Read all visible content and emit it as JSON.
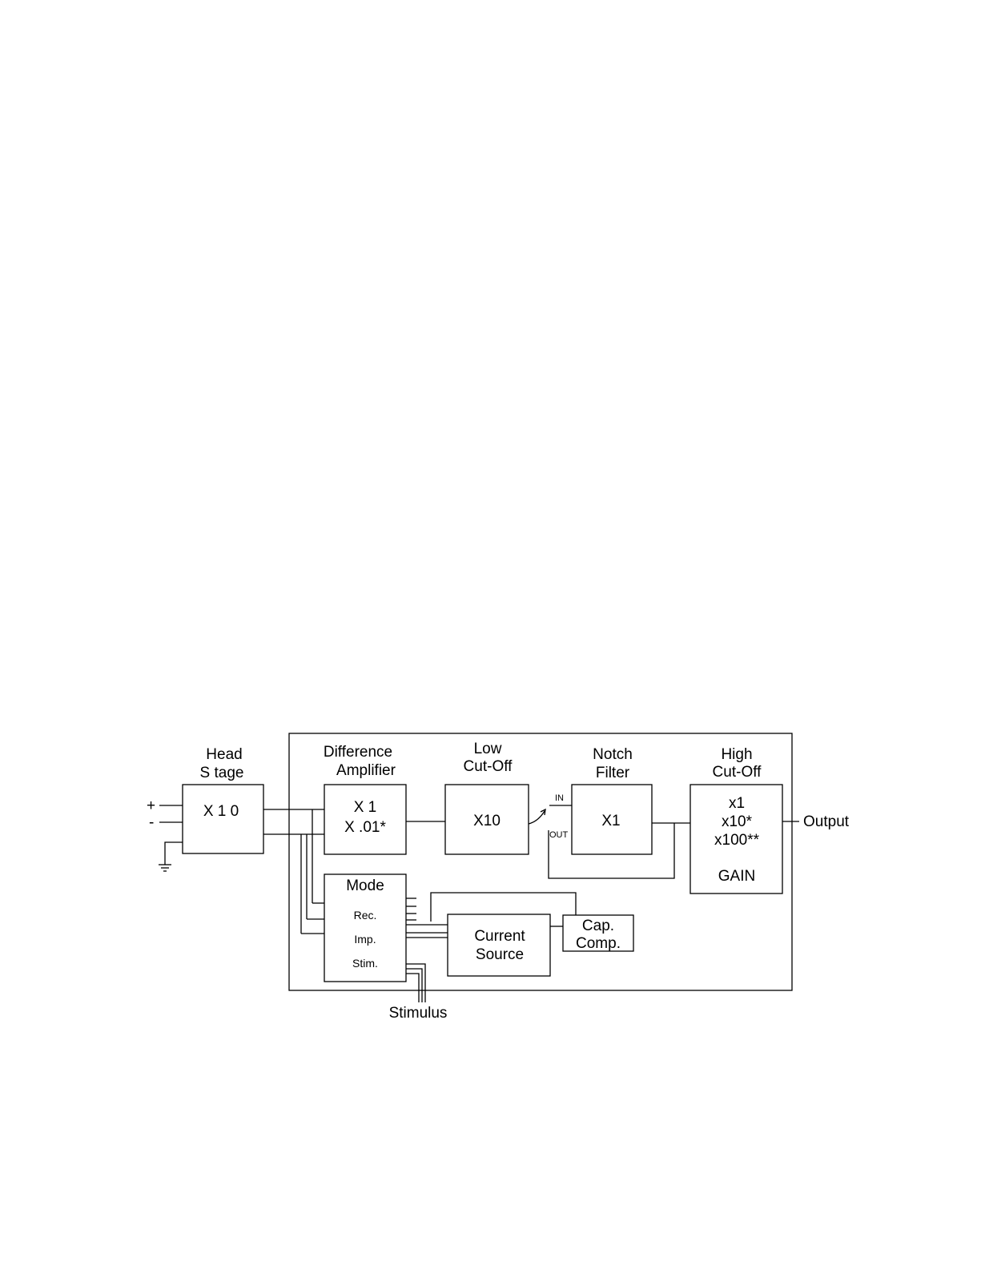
{
  "blocks": {
    "head_stage": {
      "title": [
        "Head",
        "S tage"
      ],
      "gain": [
        "X 1 0"
      ]
    },
    "difference_amplifier": {
      "title": [
        "Difference",
        "Amplifier"
      ],
      "gain": [
        "X 1",
        "X .01*"
      ]
    },
    "low_cutoff": {
      "title": [
        "Low",
        "Cut-Off"
      ],
      "gain": [
        "X10"
      ]
    },
    "notch_filter": {
      "title": [
        "Notch",
        "Filter"
      ],
      "gain": [
        "X1"
      ],
      "switch_in": "IN",
      "switch_out": "OUT"
    },
    "high_cutoff": {
      "title": [
        "High",
        "Cut-Off"
      ],
      "gain": [
        "x1",
        "x10*",
        "x100**"
      ],
      "gain_label": "GAIN"
    },
    "mode": {
      "title": "Mode",
      "options": [
        "Rec.",
        "Imp.",
        "Stim."
      ]
    },
    "current_source": {
      "lines": [
        "Current",
        "Source"
      ]
    },
    "cap_comp": {
      "lines": [
        "Cap.",
        "Comp."
      ]
    }
  },
  "terminals": {
    "plus": "+",
    "minus": "-",
    "output": "Output",
    "stimulus": "Stimulus"
  },
  "icons": [
    "ground-icon"
  ]
}
